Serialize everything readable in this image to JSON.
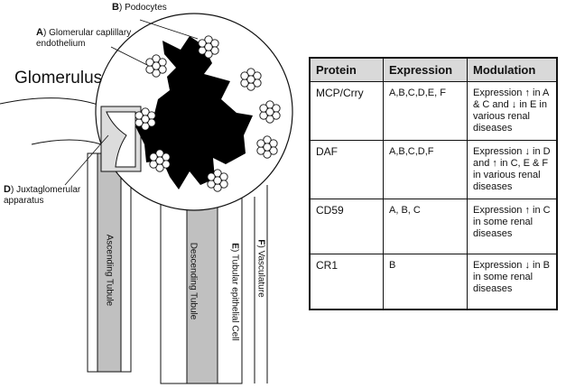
{
  "labels": {
    "podocytes_letter": "B",
    "podocytes": "Podocytes",
    "endo_letter": "A",
    "endo_line1": "Glomerular caplillary",
    "endo_line2": "endothelium",
    "glomerulus": "Glomerulus",
    "juxta_letter": "D",
    "juxta_line1": "Juxtaglomerular",
    "juxta_line2": "apparatus",
    "ascending": "Ascending Tubule",
    "descending": "Descending Tubule",
    "tubular_letter": "E",
    "tubular": "Tubular epithelial Cell",
    "vasc_letter": "F",
    "vasculature": "Vasculature"
  },
  "table": {
    "headers": [
      "Protein",
      "Expression",
      "Modulation"
    ],
    "rows": [
      {
        "protein": "MCP/Crry",
        "expression": "A,B,C,D,E, F",
        "modulation": "Expression ↑ in A & C and ↓ in E in various renal diseases"
      },
      {
        "protein": "DAF",
        "expression": "A,B,C,D,F",
        "modulation": "Expression ↓ in D and ↑ in C, E & F in various renal diseases"
      },
      {
        "protein": "CD59",
        "expression": "A, B, C",
        "modulation": "Expression ↑ in C in some renal diseases"
      },
      {
        "protein": "CR1",
        "expression": "B",
        "modulation": "Expression ↓ in B in some renal diseases"
      }
    ]
  },
  "colors": {
    "tubule_fill": "#c0c0c0",
    "outline": "#111111",
    "header_fill": "#d9d9d9",
    "podocyte": "#000000"
  }
}
